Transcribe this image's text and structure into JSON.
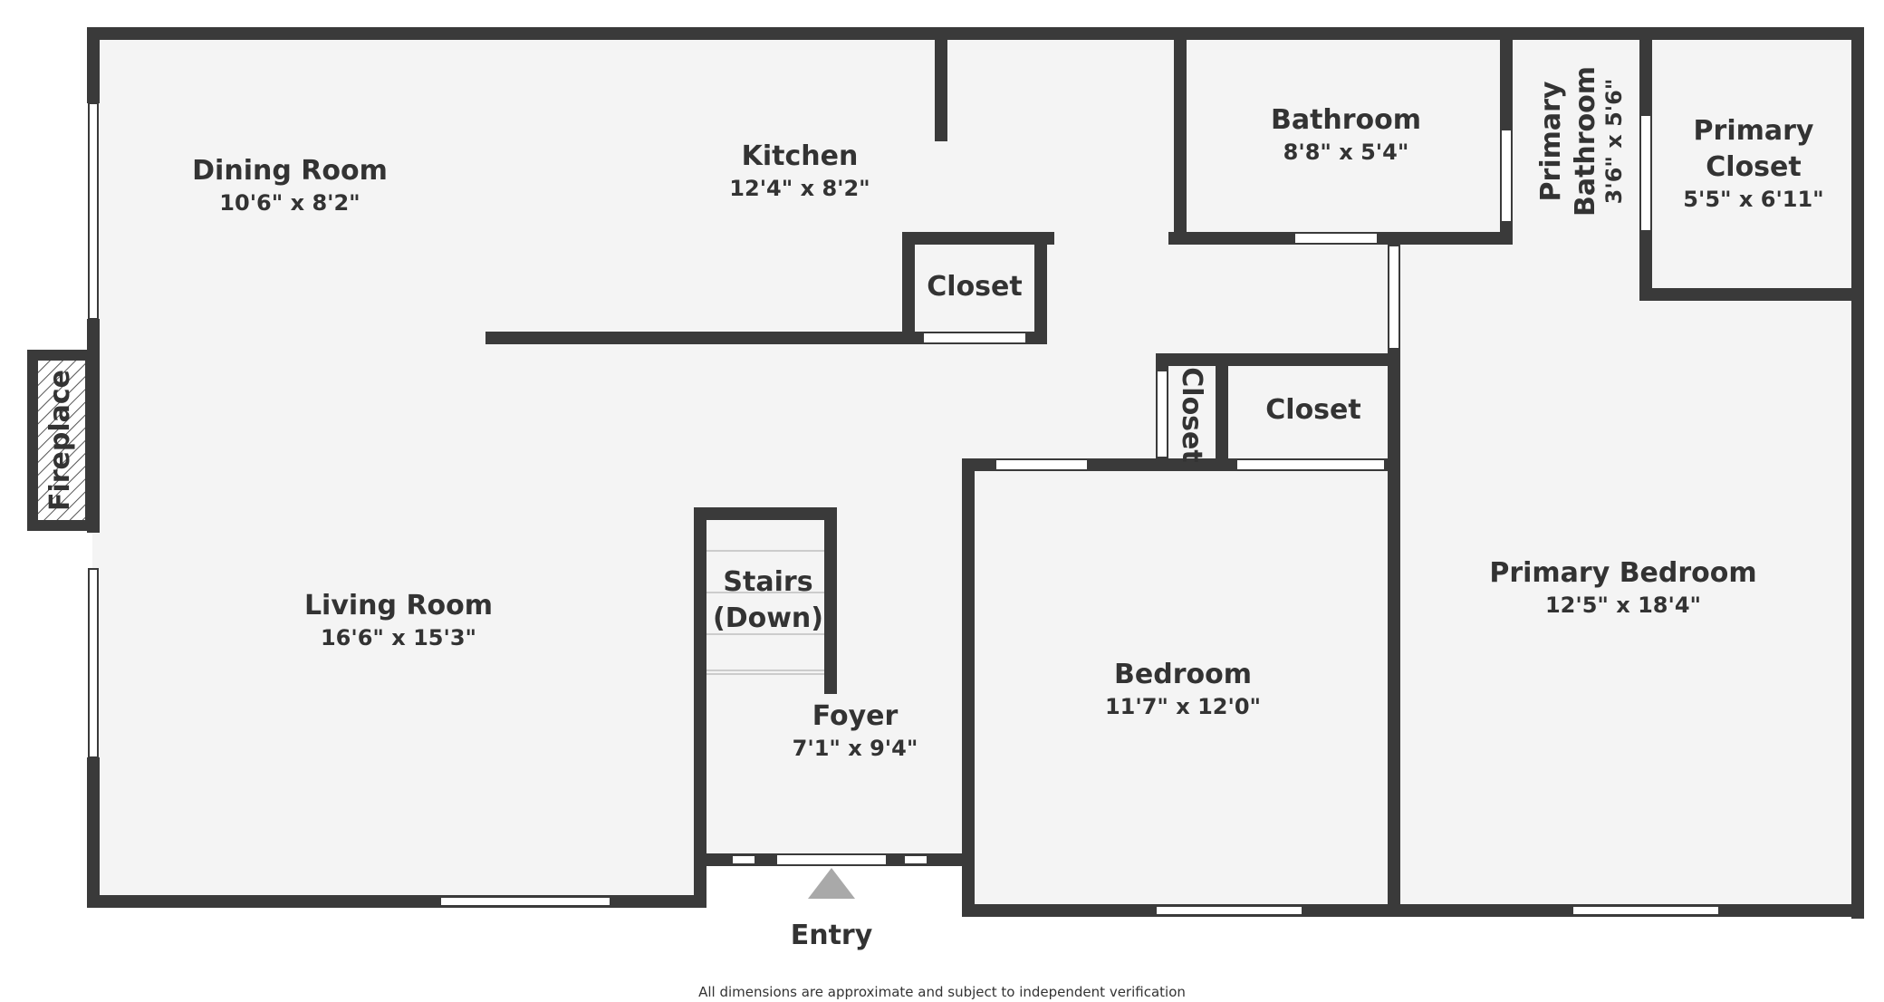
{
  "rooms": {
    "dining_room": {
      "name": "Dining Room",
      "dims": "10'6\" x 8'2\""
    },
    "kitchen": {
      "name": "Kitchen",
      "dims": "12'4\" x 8'2\""
    },
    "bathroom": {
      "name": "Bathroom",
      "dims": "8'8\" x 5'4\""
    },
    "primary_bathroom": {
      "name_line1": "Primary",
      "name_line2": "Bathroom",
      "dims": "3'6\" x 5'6\""
    },
    "primary_closet": {
      "name_line1": "Primary",
      "name_line2": "Closet",
      "dims": "5'5\" x 6'11\""
    },
    "kitchen_closet": {
      "name": "Closet"
    },
    "hall_closet_small": {
      "name": "Closet"
    },
    "hall_closet": {
      "name": "Closet"
    },
    "fireplace": {
      "name": "Fireplace"
    },
    "living_room": {
      "name": "Living Room",
      "dims": "16'6\" x 15'3\""
    },
    "stairs": {
      "name_line1": "Stairs",
      "name_line2": "(Down)"
    },
    "foyer": {
      "name": "Foyer",
      "dims": "7'1\" x 9'4\""
    },
    "bedroom": {
      "name": "Bedroom",
      "dims": "11'7\" x 12'0\""
    },
    "primary_bedroom": {
      "name": "Primary Bedroom",
      "dims": "12'5\" x 18'4\""
    }
  },
  "entry": {
    "label": "Entry"
  },
  "disclaimer": "All dimensions are approximate and subject to independent verification",
  "colors": {
    "wall": "#3a3a3a",
    "floor": "#f4f4f4",
    "text": "#333333",
    "entry_arrow": "#a9a9a9"
  }
}
